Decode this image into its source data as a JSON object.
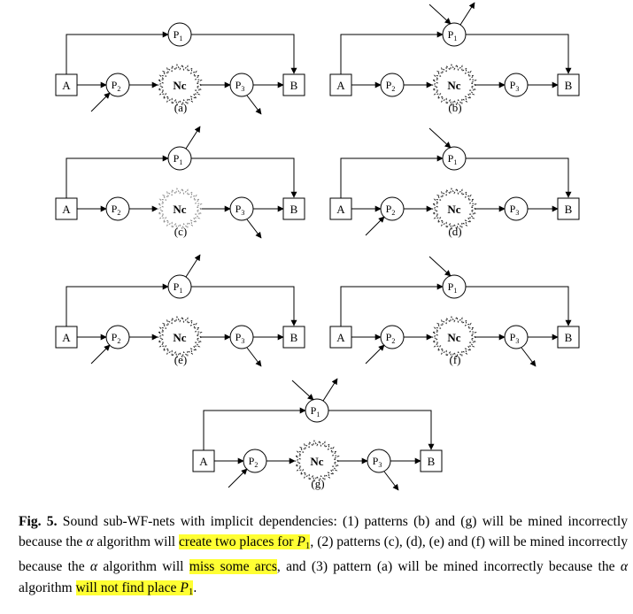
{
  "labels": {
    "A": "A",
    "B": "B",
    "P": "P",
    "Nc": "Nc",
    "i1": "1",
    "i2": "2",
    "i3": "3"
  },
  "panels": [
    {
      "tag": "(a)",
      "p1_in": false,
      "p1_out": false,
      "p2_in": true,
      "p3_out": true,
      "nc_style": "bold"
    },
    {
      "tag": "(b)",
      "p1_in": true,
      "p1_out": true,
      "p2_in": false,
      "p3_out": false,
      "nc_style": "bold"
    },
    {
      "tag": "(c)",
      "p1_in": false,
      "p1_out": true,
      "p2_in": false,
      "p3_out": true,
      "nc_style": "light"
    },
    {
      "tag": "(d)",
      "p1_in": true,
      "p1_out": false,
      "p2_in": true,
      "p3_out": false,
      "nc_style": "bold"
    },
    {
      "tag": "(e)",
      "p1_in": false,
      "p1_out": true,
      "p2_in": true,
      "p3_out": true,
      "nc_style": "bold"
    },
    {
      "tag": "(f)",
      "p1_in": true,
      "p1_out": false,
      "p2_in": true,
      "p3_out": true,
      "nc_style": "bold"
    },
    {
      "tag": "(g)",
      "p1_in": true,
      "p1_out": true,
      "p2_in": true,
      "p3_out": true,
      "nc_style": "bold"
    }
  ],
  "caption": {
    "fig_label": "Fig. 5.",
    "t1": " Sound sub-WF-nets with implicit dependencies: (1) patterns (b) and (g) will be mined incorrectly because the ",
    "alpha": "α",
    "t2": " algorithm will ",
    "h1": "create two places for ",
    "p1_letter": "P",
    "p1_sub": "1",
    "t3": ", (2) patterns (c), (d), (e) and (f) will be mined incorrectly because the ",
    "t4": " algorithm will ",
    "h2": "miss some arcs",
    "t5": ", and (3) pattern (a) will be mined incorrectly because the ",
    "t6": " algorithm ",
    "h3a": "will not find place ",
    "t7": "."
  },
  "colors": {
    "highlight": "#ffff33",
    "ink": "#000000",
    "nc_bold": "#222222",
    "nc_light": "#8a8a8a"
  }
}
